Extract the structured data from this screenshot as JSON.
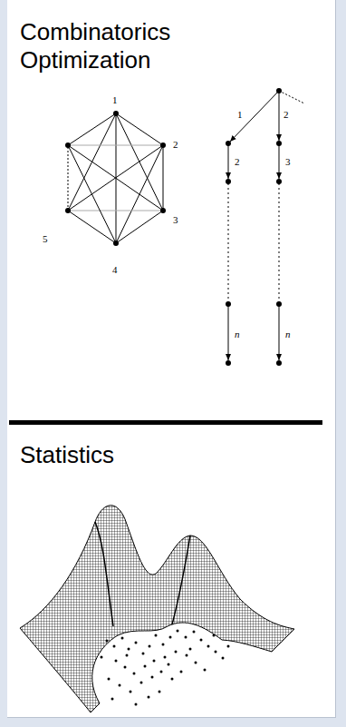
{
  "diagram": {
    "labels": [
      "Combinatorics Optimization",
      "1",
      "2",
      "3",
      "5",
      "4",
      "1",
      "2",
      "2",
      "3",
      "n",
      "n",
      "Statistics"
    ]
  }
}
